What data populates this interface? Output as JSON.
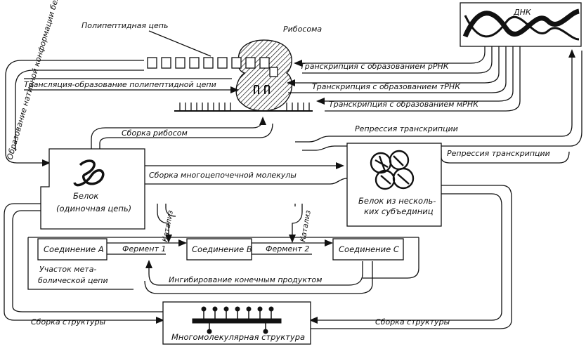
{
  "labels": {
    "dna": "ДНК",
    "ribosome": "Рибосома",
    "polypeptide_chain": "Полипептидная цепь",
    "native_conformation": "Образование нативной конформации белка",
    "translation": "Трансляция-образование полипептидной цепи",
    "transcription_rrna": "Транскрипция с образованием рРНК",
    "transcription_trna": "Транскрипция с образованием тРНК",
    "transcription_mrna": "Транскрипция с образованием мРНК",
    "ribosome_assembly": "Сборка рибосом",
    "repression_1": "Репрессия транскрипции",
    "repression_2": "Репрессия транскрипции",
    "multichain_assembly": "Сборка многоцепочечной молекулы",
    "protein_single_line1": "Белок",
    "protein_single_line2": "(одиночная цепь)",
    "protein_multi_line1": "Белок из несколь-",
    "protein_multi_line2": "ких субъединиц",
    "catalysis_1": "Катализ",
    "catalysis_2": "Катализ",
    "compound_a": "Соединение А",
    "compound_b": "Соединение В",
    "compound_c": "Соединение С",
    "enzyme_1": "Фермент 1",
    "enzyme_2": "Фермент 2",
    "pathway_line1": "Участок мета-",
    "pathway_line2": "болической цепи",
    "feedback_inhibition": "Ингибирование конечным продуктом",
    "structure_assembly_left": "Сборка структуры",
    "structure_assembly_right": "Сборка структуры",
    "multimolecular_structure": "Многомолекулярная структура"
  }
}
